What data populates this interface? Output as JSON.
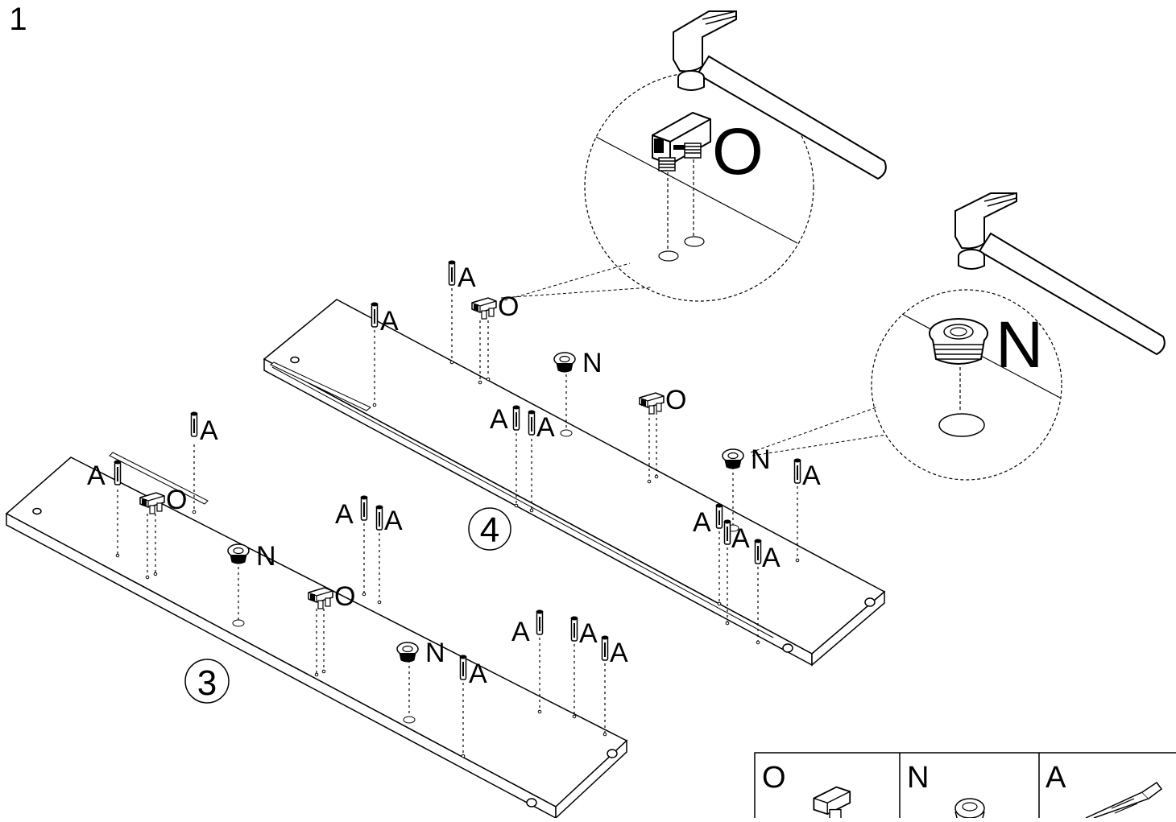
{
  "step_title": "p 1",
  "panels": [
    {
      "number": "3"
    },
    {
      "number": "4"
    }
  ],
  "callouts": {
    "O": "O",
    "N": "N"
  },
  "part_labels": {
    "A": "A",
    "O": "O",
    "N": "N"
  },
  "legend": [
    {
      "label": "O",
      "icon": "shelf-support-icon"
    },
    {
      "label": "N",
      "icon": "cam-insert-icon"
    },
    {
      "label": "A",
      "icon": "dowel-pin-icon"
    }
  ]
}
